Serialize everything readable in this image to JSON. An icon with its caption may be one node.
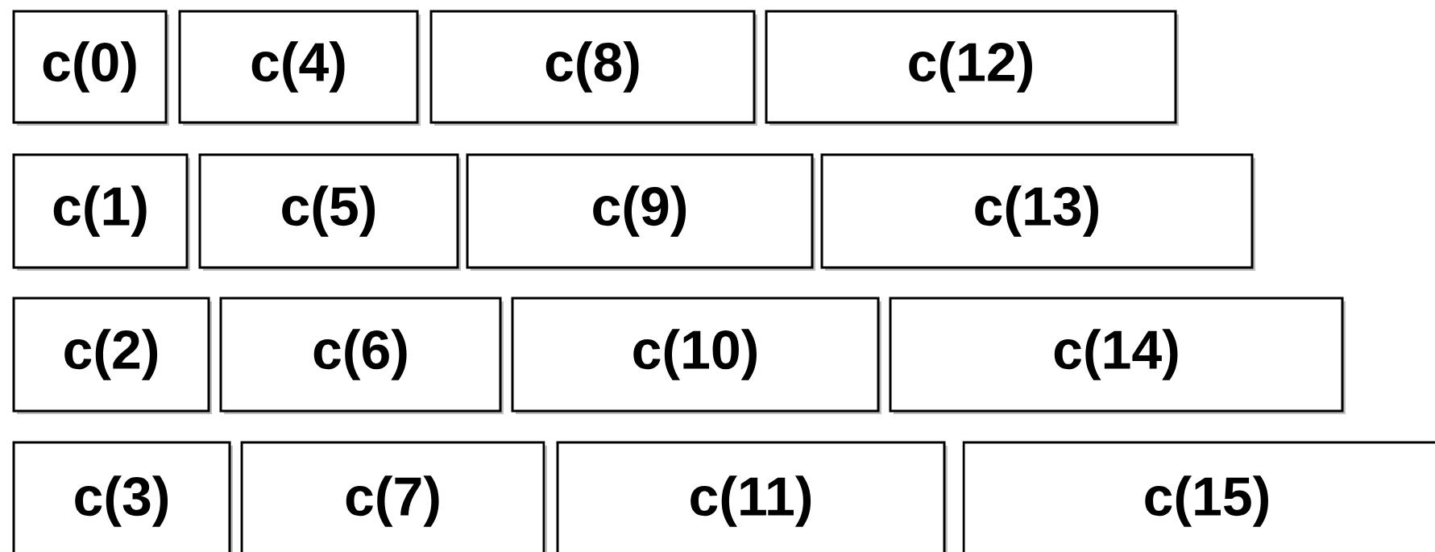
{
  "diagram": {
    "nodes": [
      {
        "text": [
          "c(0)"
        ]
      },
      {
        "text": [
          "c(4)"
        ]
      },
      {
        "text": [
          "c(8)"
        ]
      },
      {
        "text": [
          "c(12)"
        ]
      },
      {
        "text": [
          "c(1)"
        ]
      },
      {
        "text": [
          "c(5)"
        ]
      },
      {
        "text": [
          "c(9)"
        ]
      },
      {
        "text": [
          "c(13)"
        ]
      },
      {
        "text": [
          "c(2)"
        ]
      },
      {
        "text": [
          "c(6)"
        ]
      },
      {
        "text": [
          "c(10)"
        ]
      },
      {
        "text": [
          "c(14)"
        ]
      },
      {
        "text": [
          "c(3)"
        ]
      },
      {
        "text": [
          "c(7)"
        ]
      },
      {
        "text": [
          "c(11)"
        ]
      },
      {
        "text": [
          "c(15)"
        ]
      }
    ]
  }
}
